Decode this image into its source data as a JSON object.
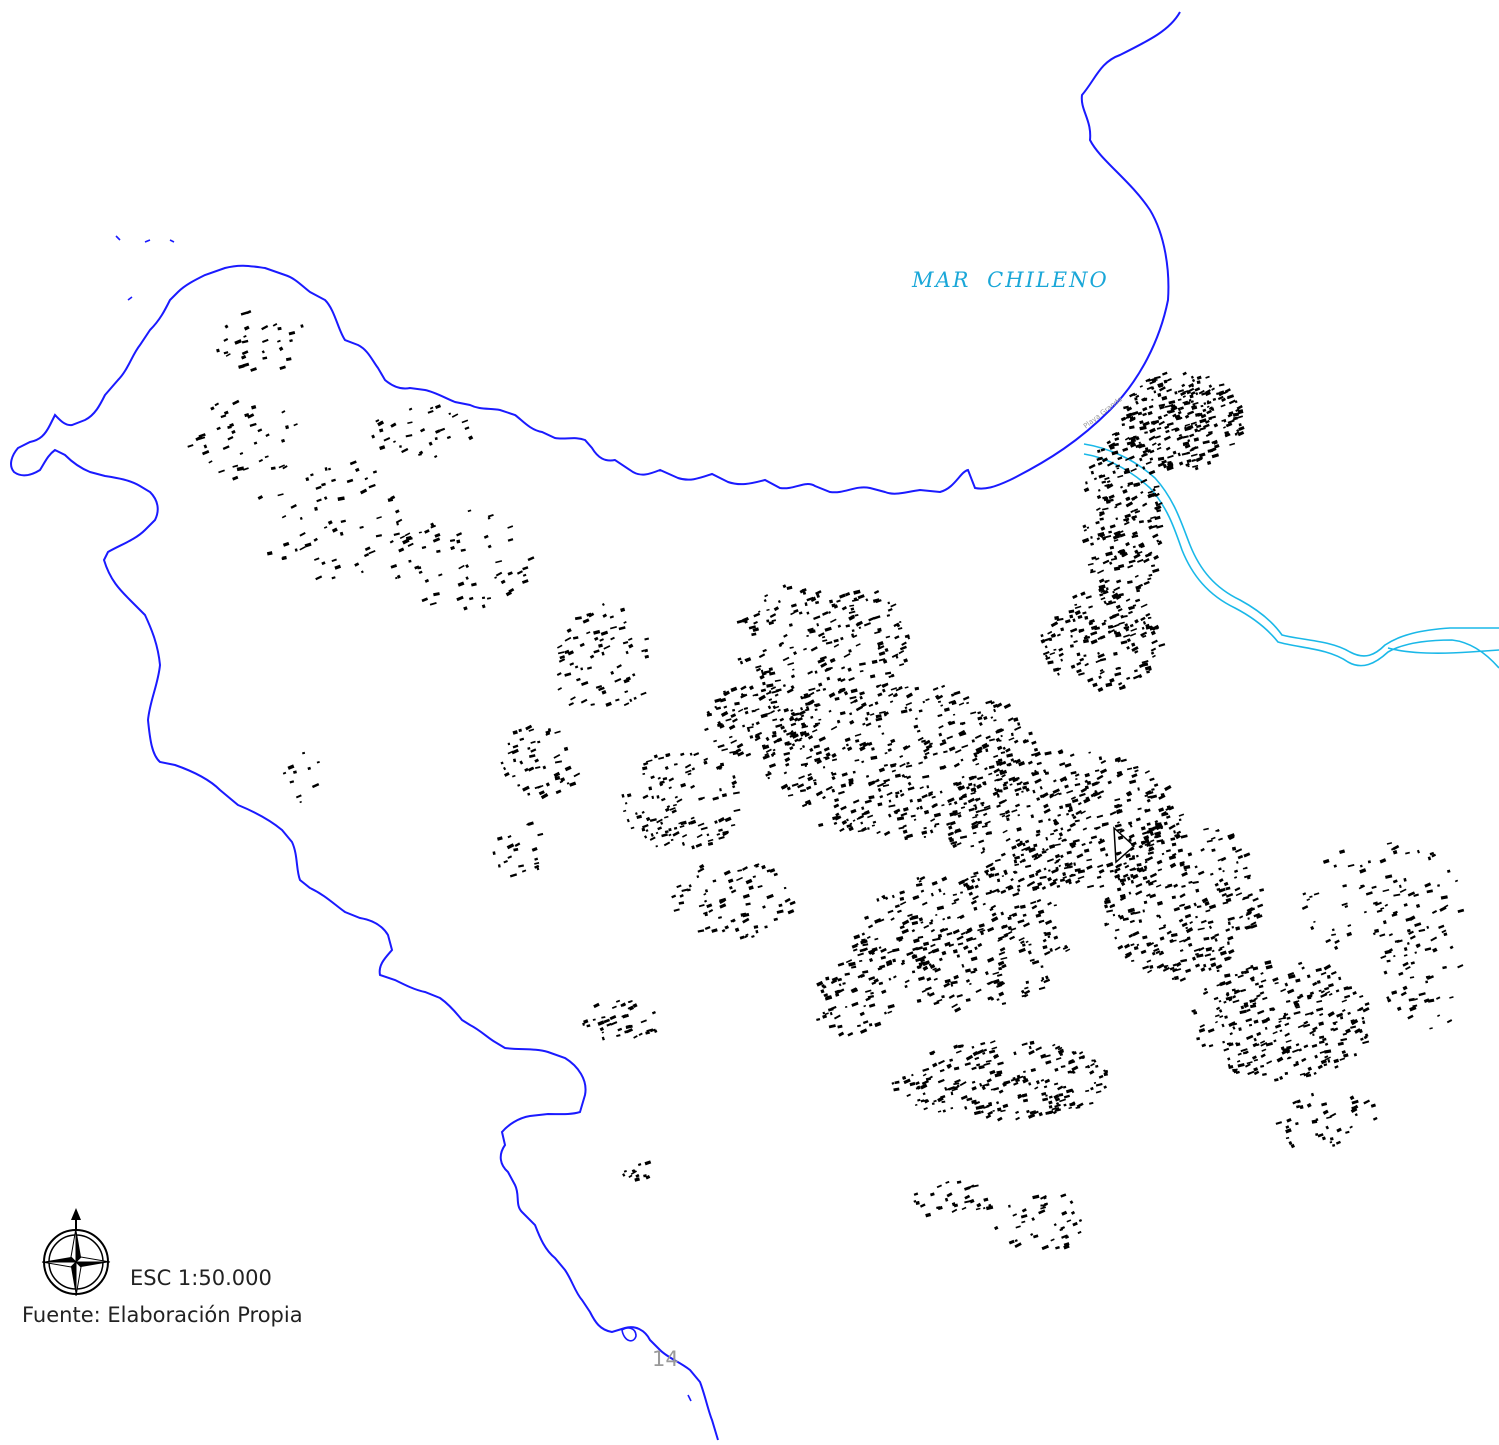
{
  "map": {
    "sea_label": "MAR  CHILENO",
    "river_label": "Playa Grande",
    "scale": "ESC 1:50.000",
    "source": "Fuente: Elaboración Propia",
    "page_number": "14"
  },
  "legend": {
    "north_arrow_icon": "north-arrow-compass-icon"
  },
  "colors": {
    "coastline": "#1a1aff",
    "river": "#1ab8e8",
    "buildings": "#000000",
    "sea_label": "#1aa7d8",
    "page_number": "#9a9a9a"
  }
}
